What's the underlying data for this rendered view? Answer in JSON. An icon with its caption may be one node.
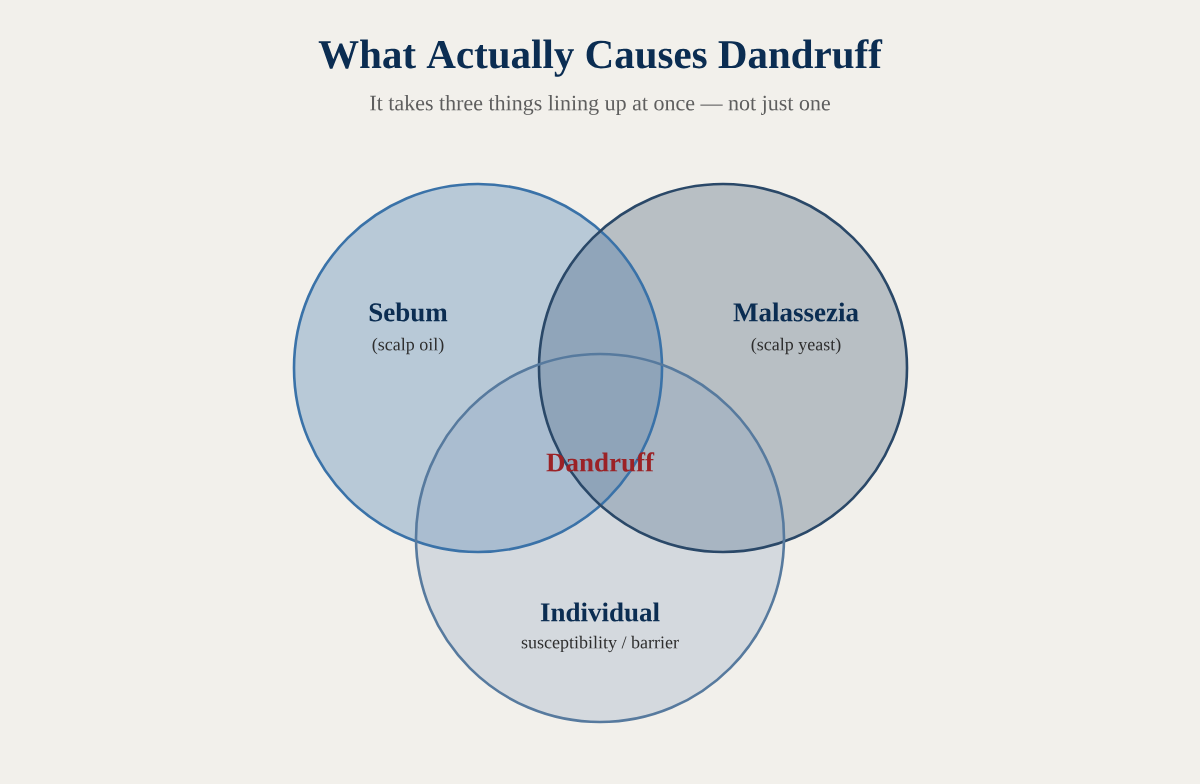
{
  "diagram": {
    "title": "What Actually Causes Dandruff",
    "caption": "It takes three things lining up at once — not just one",
    "nodes": [
      {
        "text": [
          "Sebum",
          "(scalp oil)"
        ]
      },
      {
        "text": [
          "Malassezia",
          "(scalp yeast)"
        ]
      },
      {
        "text": [
          "Individual",
          "susceptibility / barrier"
        ]
      }
    ],
    "labels": [
      "Dandruff"
    ]
  }
}
